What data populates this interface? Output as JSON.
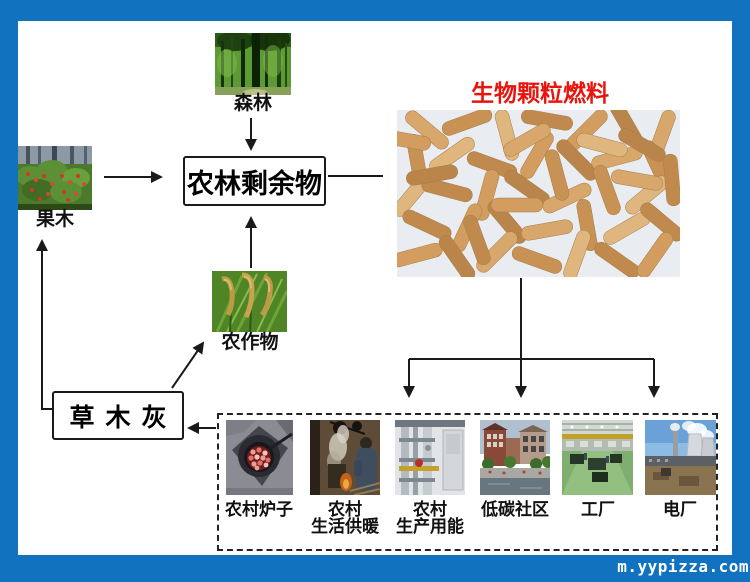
{
  "diagram": {
    "product_title": "生物颗粒燃料",
    "sources": {
      "forest": "森林",
      "fruit": "果木",
      "crops": "农作物"
    },
    "residue_box": "农林剩余物",
    "ash_box": "草木灰",
    "apps": [
      {
        "line1": "农村炉子",
        "line2": ""
      },
      {
        "line1": "农村",
        "line2": "生活供暖"
      },
      {
        "line1": "农村",
        "line2": "生产用能"
      },
      {
        "line1": "低碳社区",
        "line2": ""
      },
      {
        "line1": "工厂",
        "line2": ""
      },
      {
        "line1": "电厂",
        "line2": ""
      }
    ],
    "watermark": "m.yypizza.com"
  },
  "colors": {
    "frame_blue": "#1173BF",
    "title_red": "#E8150D",
    "arrow_black": "#1A1A1A"
  }
}
